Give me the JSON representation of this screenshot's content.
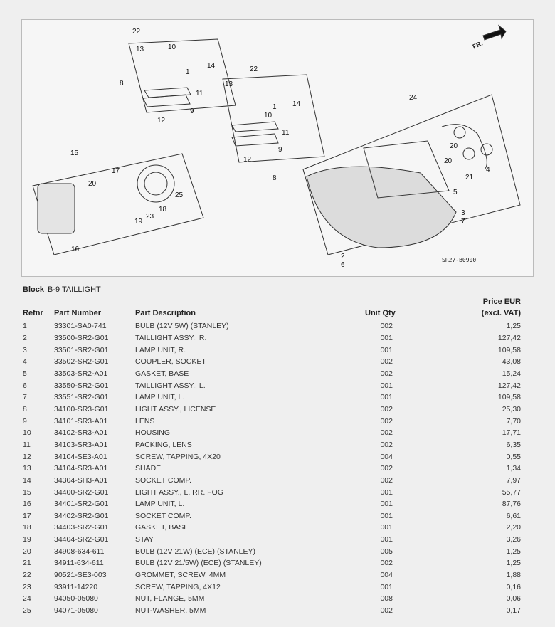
{
  "diagram": {
    "callouts": [
      "22",
      "13",
      "10",
      "1",
      "14",
      "8",
      "11",
      "9",
      "12",
      "22",
      "13",
      "1",
      "10",
      "14",
      "11",
      "9",
      "12",
      "8",
      "24",
      "15",
      "17",
      "20",
      "25",
      "23",
      "19",
      "18",
      "16",
      "20",
      "20",
      "21",
      "4",
      "5",
      "3",
      "7",
      "2",
      "6"
    ],
    "code": "SR27-B0900",
    "direction": "FR."
  },
  "block": {
    "label": "Block",
    "value": "B-9 TAILLIGHT"
  },
  "headers": {
    "refnr": "Refnr",
    "part_number": "Part Number",
    "description": "Part Description",
    "qty": "Unit Qty",
    "price_line1": "Price EUR",
    "price_line2": "(excl. VAT)"
  },
  "rows": [
    [
      "1",
      "33301-SA0-741",
      "BULB (12V 5W) (STANLEY)",
      "002",
      "1,25"
    ],
    [
      "2",
      "33500-SR2-G01",
      "TAILLIGHT ASSY., R.",
      "001",
      "127,42"
    ],
    [
      "3",
      "33501-SR2-G01",
      "LAMP UNIT, R.",
      "001",
      "109,58"
    ],
    [
      "4",
      "33502-SR2-G01",
      "COUPLER, SOCKET",
      "002",
      "43,08"
    ],
    [
      "5",
      "33503-SR2-A01",
      "GASKET, BASE",
      "002",
      "15,24"
    ],
    [
      "6",
      "33550-SR2-G01",
      "TAILLIGHT ASSY., L.",
      "001",
      "127,42"
    ],
    [
      "7",
      "33551-SR2-G01",
      "LAMP UNIT, L.",
      "001",
      "109,58"
    ],
    [
      "8",
      "34100-SR3-G01",
      "LIGHT ASSY., LICENSE",
      "002",
      "25,30"
    ],
    [
      "9",
      "34101-SR3-A01",
      "LENS",
      "002",
      "7,70"
    ],
    [
      "10",
      "34102-SR3-A01",
      "HOUSING",
      "002",
      "17,71"
    ],
    [
      "11",
      "34103-SR3-A01",
      "PACKING, LENS",
      "002",
      "6,35"
    ],
    [
      "12",
      "34104-SE3-A01",
      "SCREW, TAPPING, 4X20",
      "004",
      "0,55"
    ],
    [
      "13",
      "34104-SR3-A01",
      "SHADE",
      "002",
      "1,34"
    ],
    [
      "14",
      "34304-SH3-A01",
      "SOCKET COMP.",
      "002",
      "7,97"
    ],
    [
      "15",
      "34400-SR2-G01",
      "LIGHT ASSY., L. RR. FOG",
      "001",
      "55,77"
    ],
    [
      "16",
      "34401-SR2-G01",
      "LAMP UNIT, L.",
      "001",
      "87,76"
    ],
    [
      "17",
      "34402-SR2-G01",
      "SOCKET COMP.",
      "001",
      "6,61"
    ],
    [
      "18",
      "34403-SR2-G01",
      "GASKET, BASE",
      "001",
      "2,20"
    ],
    [
      "19",
      "34404-SR2-G01",
      "STAY",
      "001",
      "3,26"
    ],
    [
      "20",
      "34908-634-611",
      "BULB (12V 21W) (ECE) (STANLEY)",
      "005",
      "1,25"
    ],
    [
      "21",
      "34911-634-611",
      "BULB (12V 21/5W) (ECE) (STANLEY)",
      "002",
      "1,25"
    ],
    [
      "22",
      "90521-SE3-003",
      "GROMMET, SCREW, 4MM",
      "004",
      "1,88"
    ],
    [
      "23",
      "93911-14220",
      "SCREW, TAPPING, 4X12",
      "001",
      "0,16"
    ],
    [
      "24",
      "94050-05080",
      "NUT, FLANGE, 5MM",
      "008",
      "0,06"
    ],
    [
      "25",
      "94071-05080",
      "NUT-WASHER, 5MM",
      "002",
      "0,17"
    ]
  ]
}
